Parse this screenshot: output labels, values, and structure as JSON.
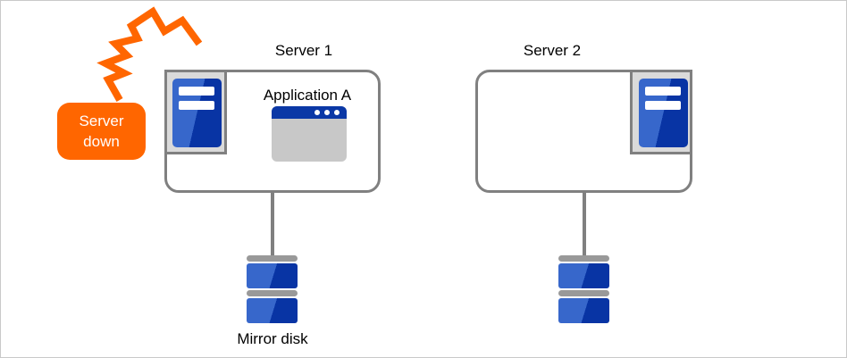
{
  "labels": {
    "server1": "Server 1",
    "server2": "Server 2",
    "application": "Application A",
    "alert": "Server down",
    "mirror_disk": "Mirror disk"
  },
  "colors": {
    "accent_orange": "#FF6600",
    "blue_light": "#3767CB",
    "blue_dark": "#0834A4",
    "titlebar_blue": "#0B38A6",
    "frame_fill": "#DADADA",
    "outline_gray": "#808080",
    "disk_cap_gray": "#999999",
    "app_body_gray": "#C8C8C8",
    "canvas_border": "#C9C9C9",
    "text_black": "#000000",
    "text_white": "#FFFFFF"
  },
  "icons": {
    "crash": "crash-flash-icon",
    "server_tower": "server-tower-icon",
    "app_window": "application-window-icon",
    "disk": "mirror-disk-stack-icon"
  }
}
